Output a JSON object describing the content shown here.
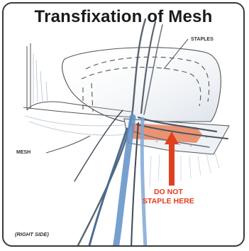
{
  "figure": {
    "title": "Transfixation of Mesh",
    "labels": {
      "staples": "STAPLES",
      "mesh": "MESH",
      "warning_line1": "DO NOT",
      "warning_line2": "STAPLE HERE",
      "side_note": "(RIGHT SIDE)"
    },
    "colors": {
      "frame_border": "#3a3a3a",
      "warning_arrow": "#e0401e",
      "orange_band": "#e8835a",
      "vessel_blue": "#5f8fc7",
      "vessel_gray": "#5a6470",
      "line_ink": "#444444"
    }
  }
}
